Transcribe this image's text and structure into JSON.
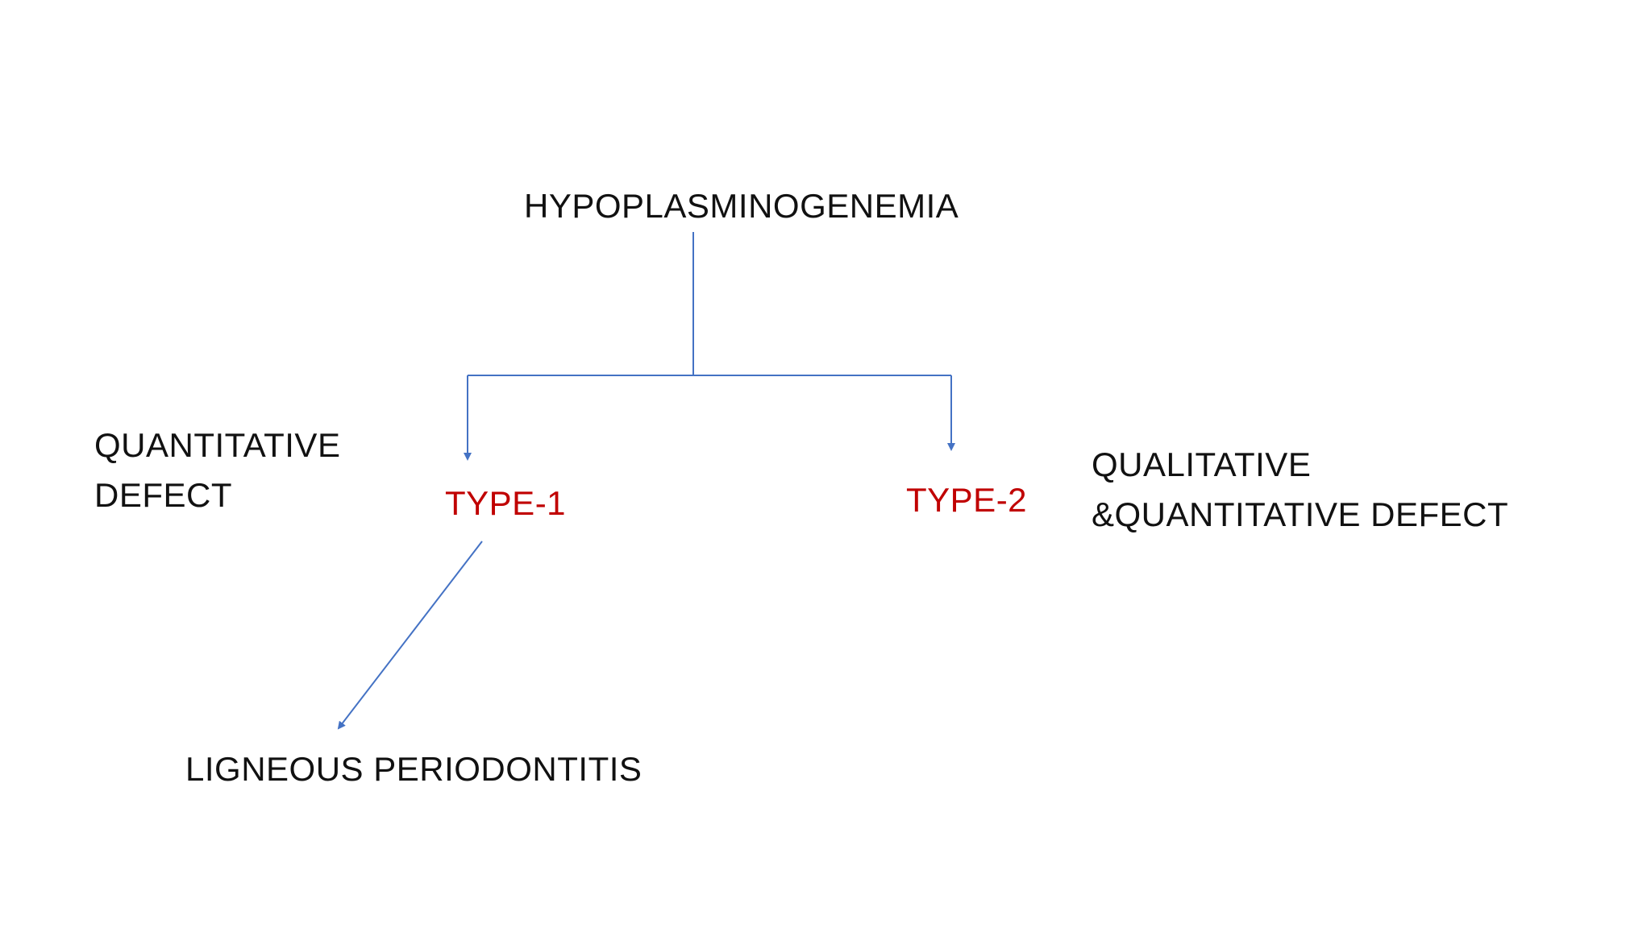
{
  "diagram": {
    "root": {
      "label": "HYPOPLASMINOGENEMIA"
    },
    "branches": [
      {
        "label": "TYPE-1",
        "color": "#c00000",
        "description_lines": [
          "QUANTITATIVE",
          "DEFECT"
        ],
        "children": [
          {
            "label": "LIGNEOUS PERIODONTITIS"
          }
        ]
      },
      {
        "label": "TYPE-2",
        "color": "#c00000",
        "description_lines": [
          "QUALITATIVE",
          "&QUANTITATIVE DEFECT"
        ],
        "children": []
      }
    ]
  },
  "colors": {
    "connector": "#4472c4",
    "text": "#111111",
    "type_label": "#c00000",
    "background": "#ffffff"
  }
}
